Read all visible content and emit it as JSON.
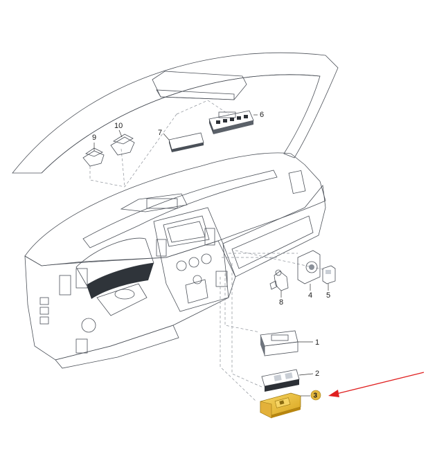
{
  "colors": {
    "background": "#ffffff",
    "dashboard_fill": "#eef1f5",
    "dashboard_shade": "#dfe4ea",
    "part_dark": "#4a5058",
    "part_mid": "#8a9099",
    "part_light": "#c9ced5",
    "highlight_part": "#f0c23a",
    "highlight_badge": "#e3b63c",
    "arrow": "#e02020"
  },
  "callouts": [
    {
      "id": "1",
      "label": "1"
    },
    {
      "id": "2",
      "label": "2"
    },
    {
      "id": "3",
      "label": "3",
      "highlighted": true
    },
    {
      "id": "4",
      "label": "4"
    },
    {
      "id": "5",
      "label": "5"
    },
    {
      "id": "6",
      "label": "6"
    },
    {
      "id": "7",
      "label": "7"
    },
    {
      "id": "8",
      "label": "8"
    },
    {
      "id": "9",
      "label": "9"
    },
    {
      "id": "10",
      "label": "10"
    }
  ],
  "pointer": {
    "icon": "arrow-left-icon",
    "target": "3"
  }
}
